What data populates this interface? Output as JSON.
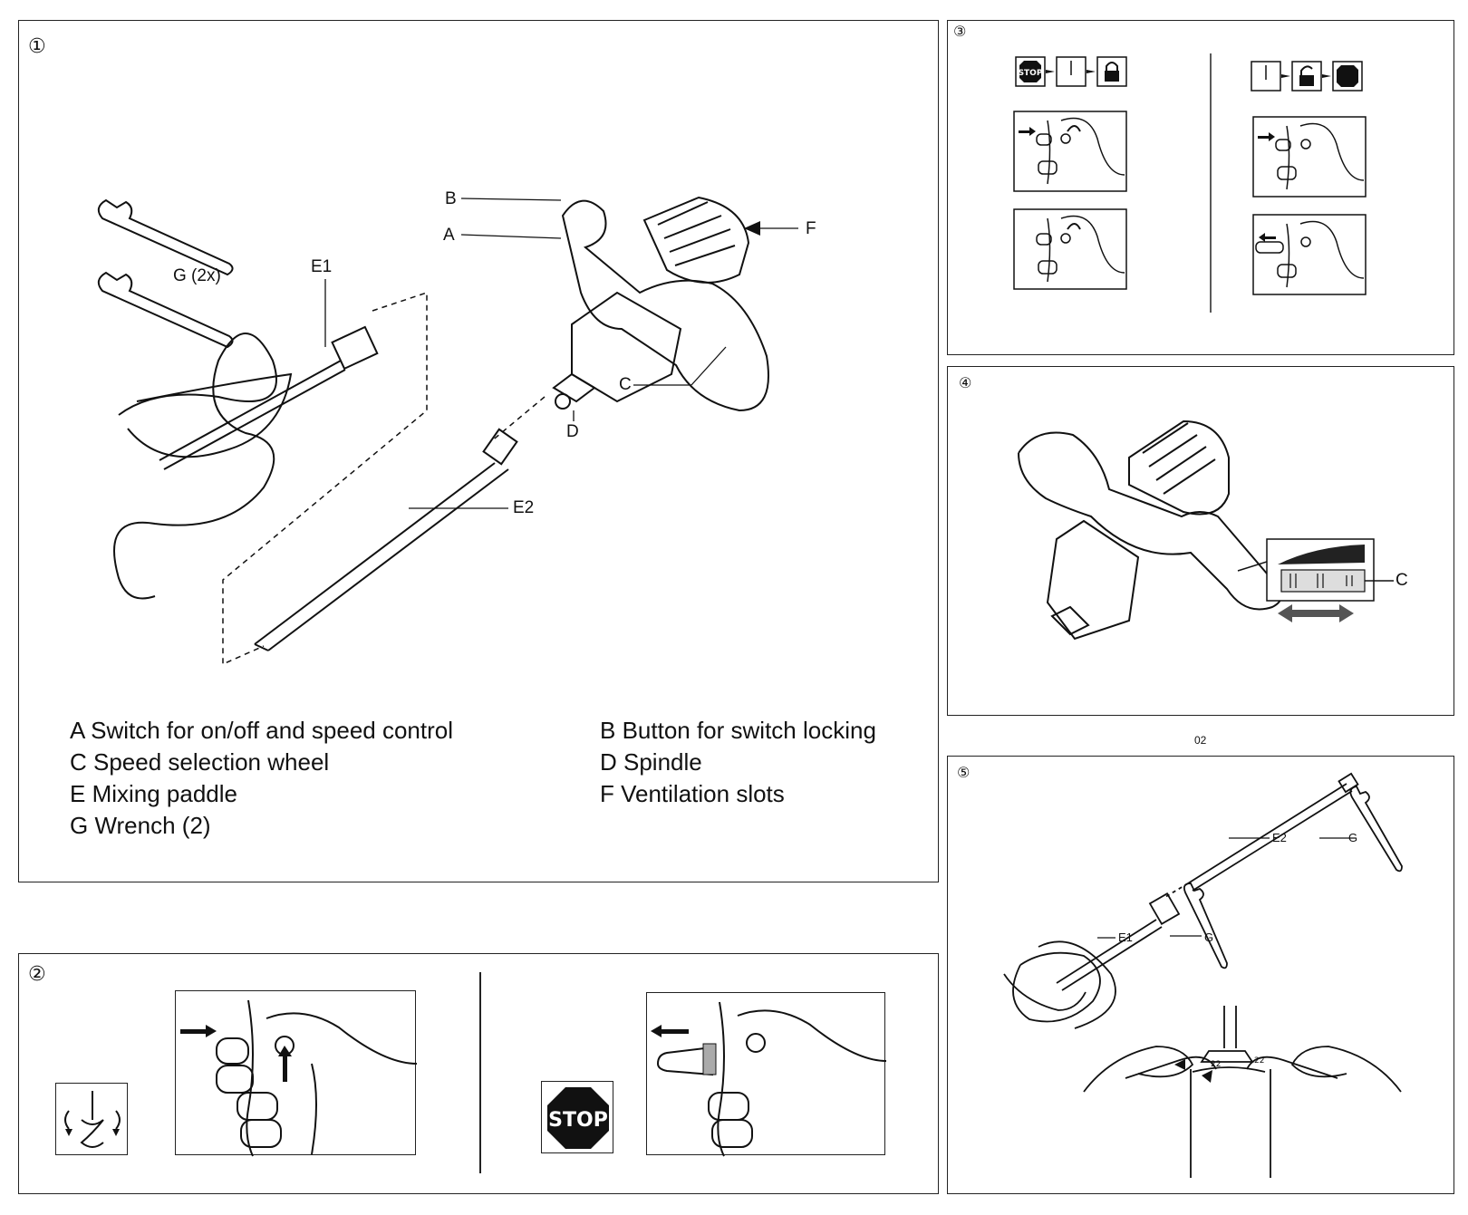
{
  "panel1": {
    "number": "①",
    "labels": {
      "A": "A",
      "B": "B",
      "C": "C",
      "D": "D",
      "E1": "E1",
      "E2": "E2",
      "F": "F",
      "G": "G (2x)"
    },
    "legend_left": [
      "A Switch for on/off and speed control",
      "C Speed selection wheel",
      "E Mixing paddle",
      "G Wrench (2)"
    ],
    "legend_right": [
      "B Button for switch locking",
      "D Spindle",
      "F Ventilation slots"
    ]
  },
  "panel2": {
    "number": "②",
    "stop_text": "STOP"
  },
  "panel3": {
    "number": "③",
    "stop_text": "STOP"
  },
  "panel4": {
    "number": "④",
    "label_C": "C"
  },
  "panel5": {
    "number": "⑤",
    "labels": {
      "E2": "E2",
      "G_top": "G",
      "E1": "E1",
      "G_mid": "G"
    },
    "wrench_size": "22"
  },
  "page_number": "02"
}
